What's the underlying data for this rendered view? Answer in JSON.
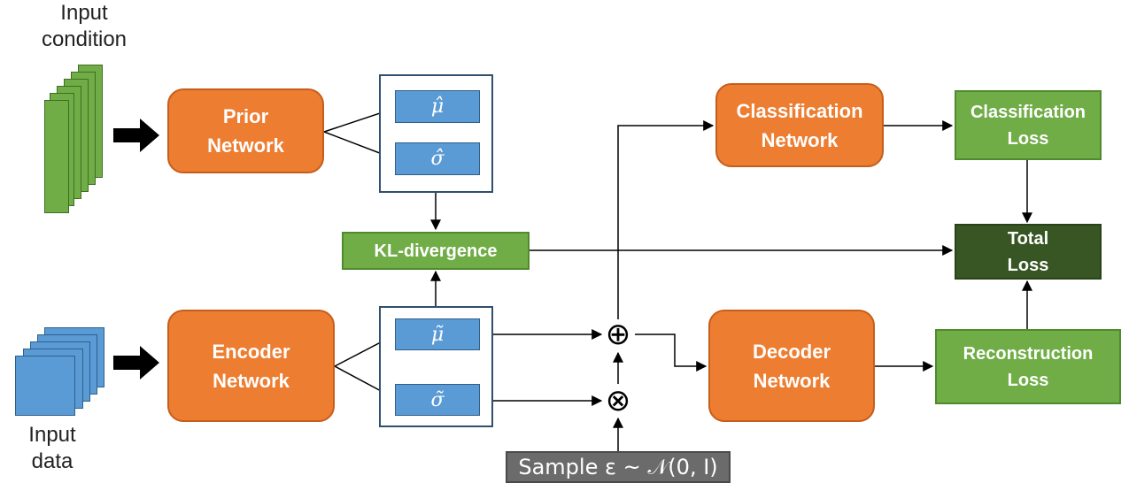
{
  "labels": {
    "input_condition": "Input\ncondition",
    "input_data": "Input\ndata"
  },
  "nodes": {
    "prior_network": "Prior\nNetwork",
    "encoder_network": "Encoder\nNetwork",
    "classification_network": "Classification\nNetwork",
    "decoder_network": "Decoder\nNetwork",
    "kl_divergence": "KL-divergence",
    "classification_loss": "Classification\nLoss",
    "total_loss": "Total\nLoss",
    "reconstruction_loss": "Reconstruction\nLoss",
    "mu_hat": "μ̂",
    "sigma_hat": "σ̂",
    "mu_tilde": "μ̃",
    "sigma_tilde": "σ̃",
    "sample": "Sample ε ~ 𝒩(0, I)",
    "plus_op": "⊕",
    "times_op": "⊗"
  },
  "colors": {
    "orange": "#ed7d31",
    "green": "#70ad47",
    "dark_green": "#375623",
    "blue": "#5b9bd5",
    "condition_stack": "#70ad47",
    "data_stack": "#5b9bd5",
    "gray": "#6b6b6b"
  }
}
